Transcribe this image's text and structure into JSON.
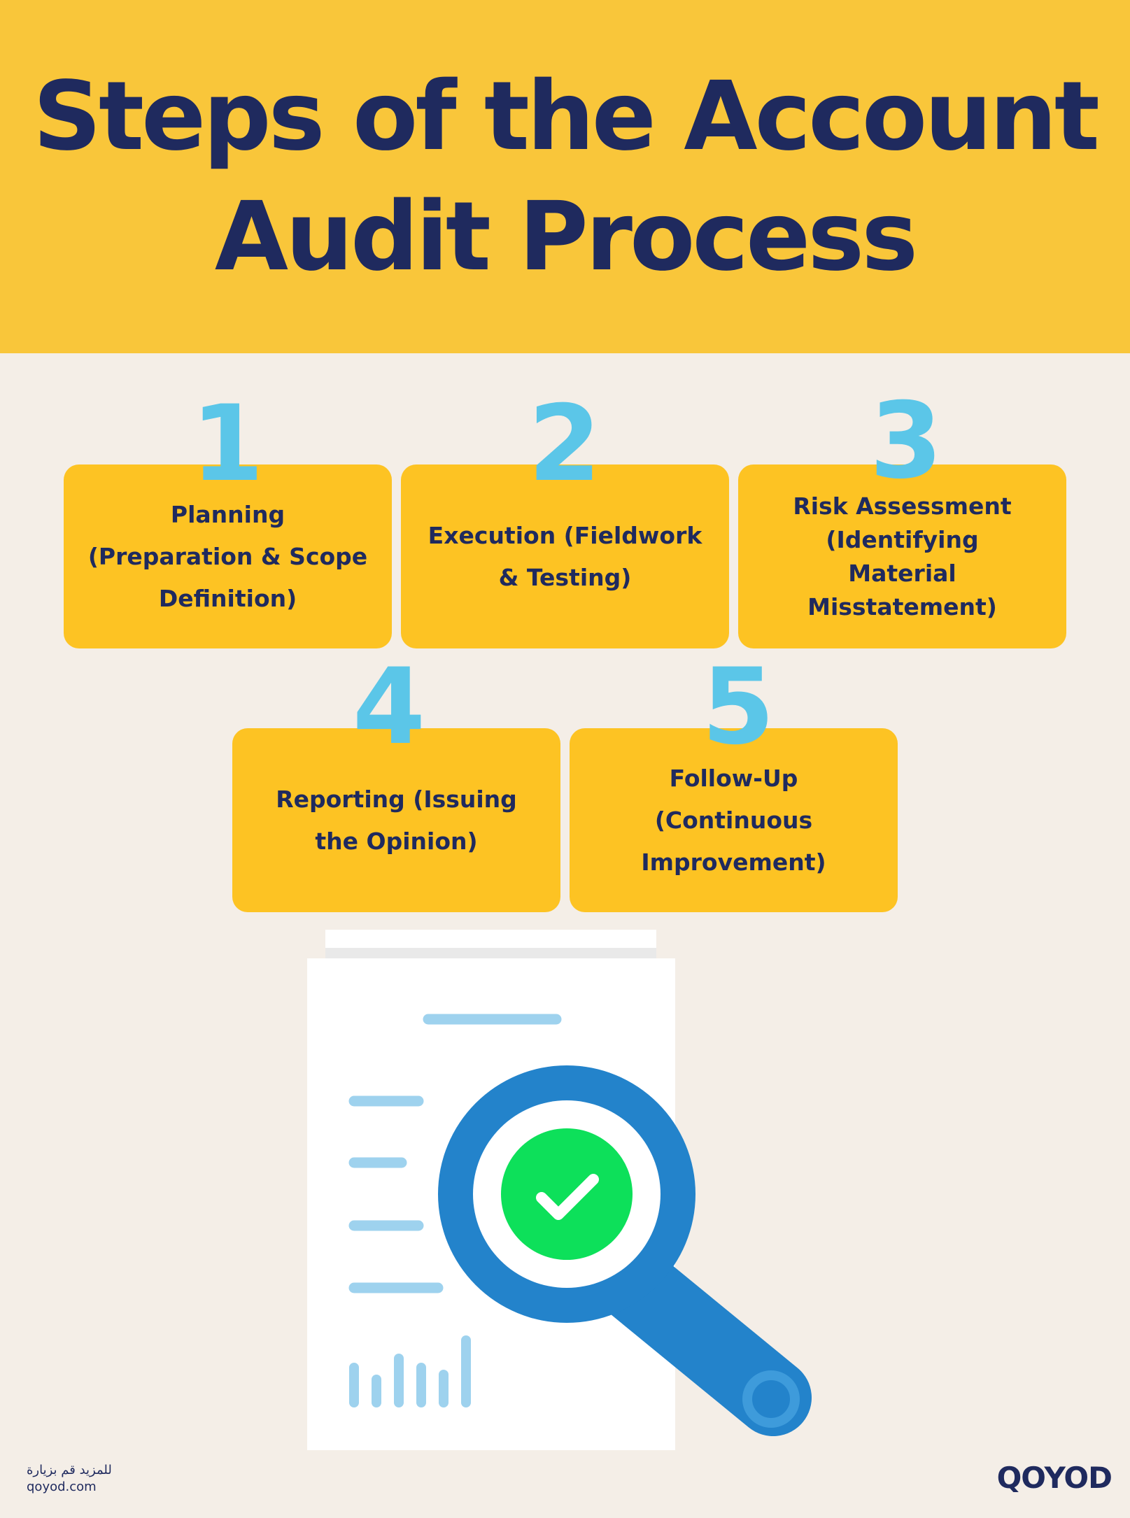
{
  "header": {
    "title": "Steps of the Account Audit Process"
  },
  "steps": [
    {
      "number": "1",
      "label": "Planning (Preparation & Scope Definition)"
    },
    {
      "number": "2",
      "label": "Execution (Fieldwork & Testing)"
    },
    {
      "number": "3",
      "label": "Risk Assessment (Identifying Material Misstatement)"
    },
    {
      "number": "4",
      "label": "Reporting (Issuing the Opinion)"
    },
    {
      "number": "5",
      "label": "Follow-Up (Continuous Improvement)"
    }
  ],
  "footer": {
    "arabic": "للمزيد قم بزيارة",
    "url": "qoyod.com",
    "logo": "QOYOD"
  },
  "colors": {
    "header_bg": "#F9C63A",
    "page_bg": "#F4EEE7",
    "card": "#FDC323",
    "text": "#1F2A5E",
    "number": "#5BC6E8",
    "magnifier": "#2383CB",
    "check": "#0DE05A"
  }
}
